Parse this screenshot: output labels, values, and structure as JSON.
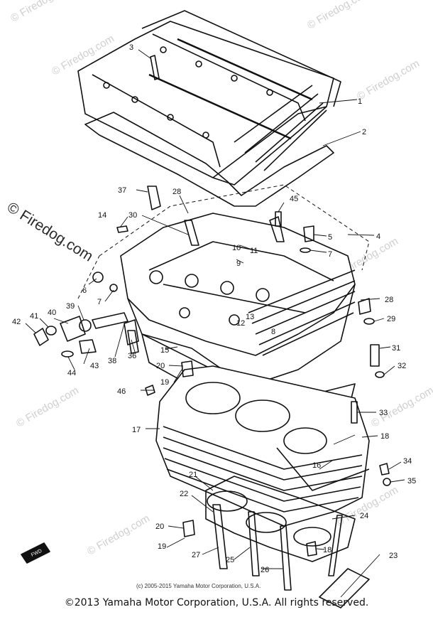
{
  "watermarks": {
    "small": "© Firedog.com",
    "big": "© Firedog.com"
  },
  "labels": [
    "1",
    "2",
    "3",
    "4",
    "5",
    "6",
    "7",
    "8",
    "9",
    "10",
    "11",
    "12",
    "13",
    "14",
    "15",
    "16",
    "17",
    "18",
    "19",
    "20",
    "21",
    "22",
    "23",
    "24",
    "25",
    "26",
    "27",
    "28",
    "29",
    "30",
    "31",
    "32",
    "33",
    "34",
    "35",
    "36",
    "37",
    "38",
    "39",
    "40",
    "41",
    "42",
    "43",
    "44",
    "45",
    "46"
  ],
  "fwd_mark": "FWD",
  "image_copyright": "(c) 2005-2015 Yamaha Motor Corporation, U.S.A.",
  "footer": "©2013 Yamaha Motor Corporation, U.S.A. All rights reserved."
}
